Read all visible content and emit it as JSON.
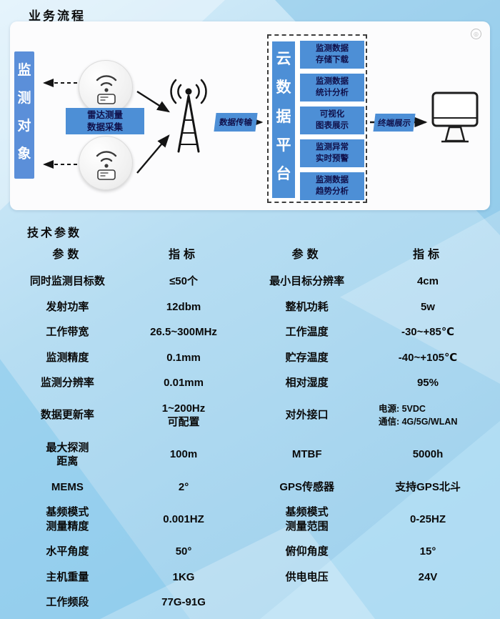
{
  "colors": {
    "accent_blue": "#4d8fd6",
    "bar_blue": "#5b8fd9",
    "label_text": "#10104a"
  },
  "page": {
    "flow_section_title": "业务流程",
    "params_section_title": "技术参数"
  },
  "flow": {
    "monitored_object": "监测对象",
    "radar_collection_label": "雷达测量\n数据采集",
    "data_transmission_label": "数据传输",
    "cloud_platform_label": "云数据平台",
    "cloud_functions": [
      "监测数据\n存储下载",
      "监测数据\n统计分析",
      "可视化\n图表展示",
      "监测异常\n实时预警",
      "监测数据\n趋势分析"
    ],
    "terminal_display_label": "终端展示"
  },
  "params": {
    "headers": [
      "参数",
      "指标",
      "参数",
      "指标"
    ],
    "rows": [
      [
        "同时监测目标数",
        "≤50个",
        "最小目标分辨率",
        "4cm"
      ],
      [
        "发射功率",
        "12dbm",
        "整机功耗",
        "5w"
      ],
      [
        "工作带宽",
        "26.5~300MHz",
        "工作温度",
        "-30~+85℃"
      ],
      [
        "监测精度",
        "0.1mm",
        "贮存温度",
        "-40~+105℃"
      ],
      [
        "监测分辨率",
        "0.01mm",
        "相对湿度",
        "95%"
      ],
      [
        "数据更新率",
        "1~200Hz\n可配置",
        "对外接口",
        "电源: 5VDC\n通信: 4G/5G/WLAN"
      ],
      [
        "最大探测\n距离",
        "100m",
        "MTBF",
        "5000h"
      ],
      [
        "MEMS",
        "2°",
        "GPS传感器",
        "支持GPS北斗"
      ],
      [
        "基频模式\n测量精度",
        "0.001HZ",
        "基频模式\n测量范围",
        "0-25HZ"
      ],
      [
        "水平角度",
        "50°",
        "俯仰角度",
        "15°"
      ],
      [
        "主机重量",
        "1KG",
        "供电电压",
        "24V"
      ],
      [
        "工作频段",
        "77G-91G",
        "",
        ""
      ]
    ]
  }
}
